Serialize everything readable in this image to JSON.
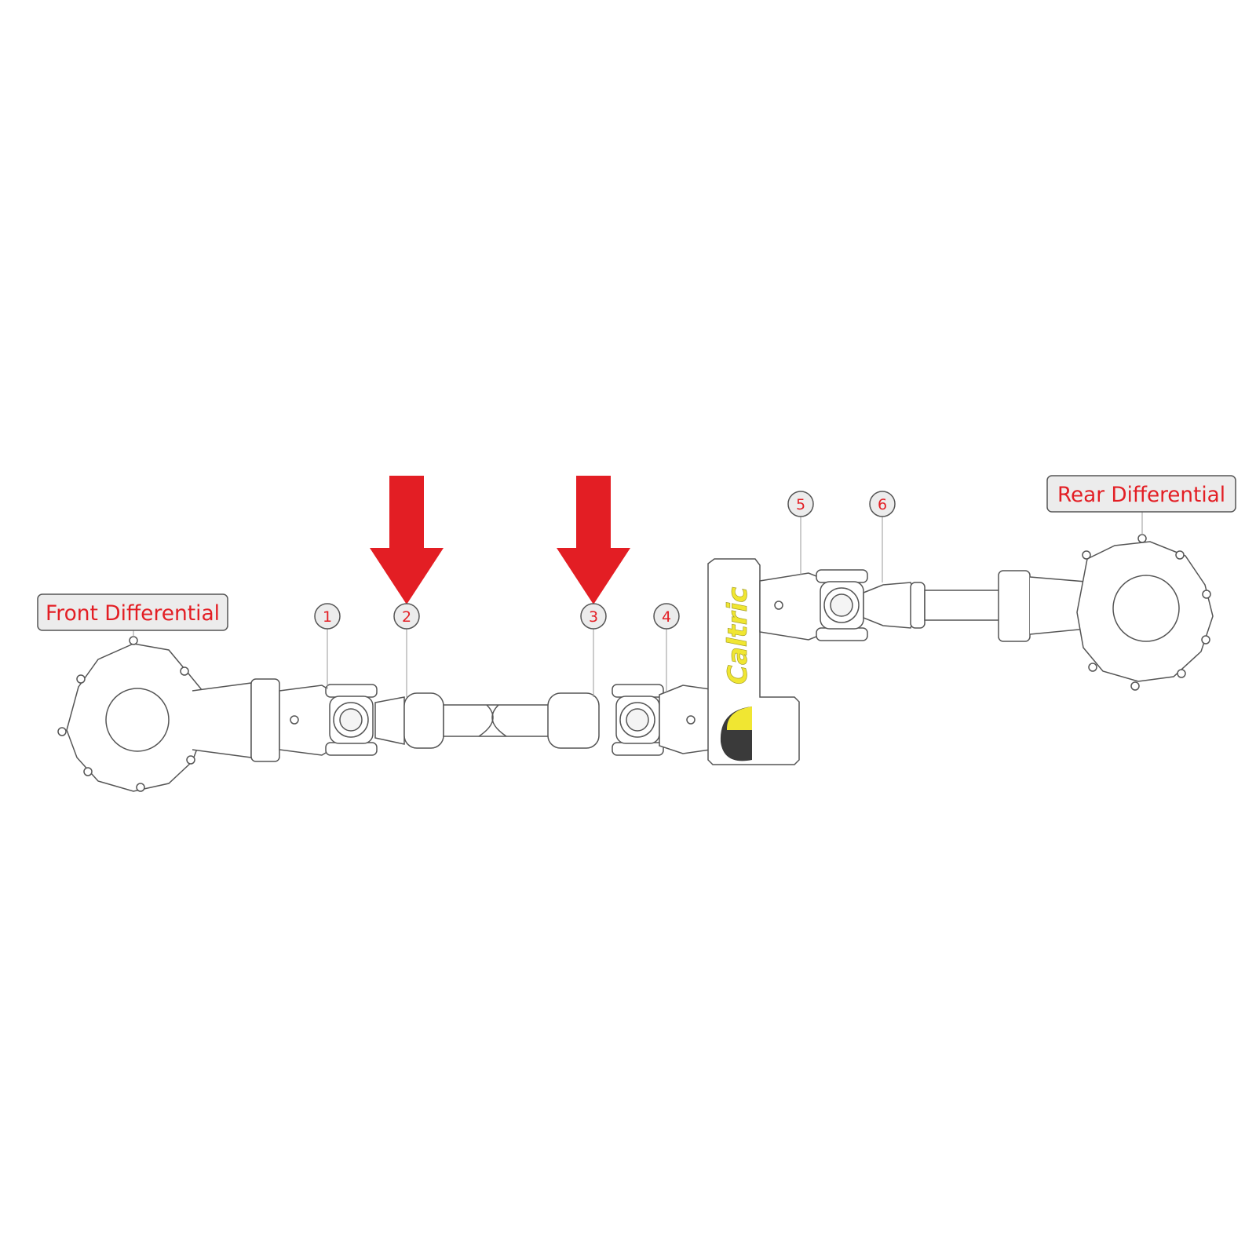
{
  "labels": {
    "front_differential": "Front Differential",
    "rear_differential": "Rear Differential"
  },
  "callouts": [
    {
      "number": "1",
      "highlighted": false
    },
    {
      "number": "2",
      "highlighted": true
    },
    {
      "number": "3",
      "highlighted": true
    },
    {
      "number": "4",
      "highlighted": false
    },
    {
      "number": "5",
      "highlighted": false
    },
    {
      "number": "6",
      "highlighted": false
    }
  ],
  "logo": {
    "text": "Caltric"
  },
  "colors": {
    "accent_red": "#e31e24",
    "logo_yellow": "#f0e632",
    "logo_dark": "#3a3a3a",
    "outline": "#555555",
    "label_bg": "#ececec"
  }
}
